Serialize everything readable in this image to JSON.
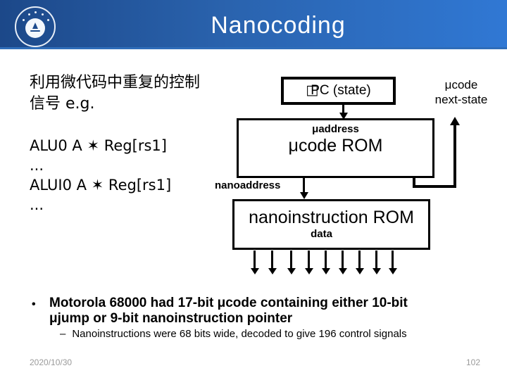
{
  "header": {
    "title": "Nanocoding",
    "logo": "university-seal"
  },
  "intro": {
    "line1": "利用微代码中重复的控制",
    "line2": "信号 e.g."
  },
  "listing": {
    "lines": [
      "ALU0 A ✶ Reg[rs1]",
      "...",
      "ALUI0 A ✶ Reg[rs1]",
      "..."
    ]
  },
  "diagram": {
    "upc_missing_glyph": "□",
    "upc_label": "PC (state)",
    "next_state_line1": "μcode",
    "next_state_line2": "next-state",
    "uaddress_label": "μaddress",
    "ucode_rom_label": "μcode ROM",
    "nanoaddress_label": "nanoaddress",
    "nano_rom_label": "nanoinstruction ROM",
    "data_label": "data",
    "output_arrow_count": 9
  },
  "bullet": {
    "marker": "•",
    "line1": "Motorola 68000 had 17-bit μcode containing either 10-bit",
    "line2": "μjump or 9-bit nanoinstruction pointer",
    "sub_marker": "–",
    "sub_text": "Nanoinstructions were 68 bits wide, decoded to give 196 control signals"
  },
  "footer": {
    "date": "2020/10/30",
    "page_number": "102"
  },
  "colors": {
    "header_gradient_left": "#1c4889",
    "header_gradient_right": "#3078d4",
    "header_underline": "#2f6db9",
    "text": "#000000",
    "footer_text": "#9a9a9a",
    "background": "#ffffff"
  }
}
